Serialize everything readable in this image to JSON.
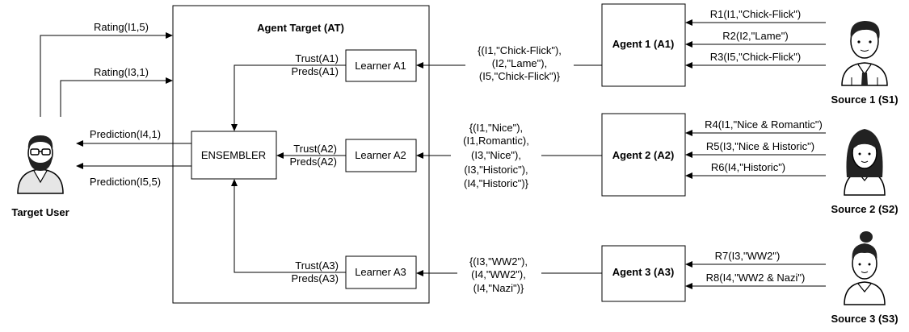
{
  "target_box_title": "Agent Target (AT)",
  "target_user": "Target User",
  "ensembler": "ENSEMBLER",
  "user_ratings": [
    "Rating(I1,5)",
    "Rating(I3,1)"
  ],
  "predictions": [
    "Prediction(I4,1)",
    "Prediction(I5,5)"
  ],
  "learners": [
    {
      "label": "Learner A1",
      "trust": "Trust(A1)",
      "preds": "Preds(A1)"
    },
    {
      "label": "Learner A2",
      "trust": "Trust(A2)",
      "preds": "Preds(A2)"
    },
    {
      "label": "Learner A3",
      "trust": "Trust(A3)",
      "preds": "Preds(A3)"
    }
  ],
  "agents": [
    "Agent 1 (A1)",
    "Agent 2 (A2)",
    "Agent 3 (A3)"
  ],
  "agent_outputs": [
    [
      "{(I1,\"Chick-Flick\"),",
      "(I2,\"Lame\"),",
      "(I5,\"Chick-Flick\")}"
    ],
    [
      "{(I1,\"Nice\"),",
      "(I1,Romantic),",
      "(I3,\"Nice\"),",
      "(I3,\"Historic\"),",
      "(I4,\"Historic\")}"
    ],
    [
      "{(I3,\"WW2\"),",
      "(I4,\"WW2\"),",
      "(I4,\"Nazi\")}"
    ]
  ],
  "source_ratings": [
    [
      "R1(I1,\"Chick-Flick\")",
      "R2(I2,\"Lame\")",
      "R3(I5,\"Chick-Flick\")"
    ],
    [
      "R4(I1,\"Nice & Romantic\")",
      "R5(I3,\"Nice & Historic\")",
      "R6(I4,\"Historic\")"
    ],
    [
      "R7(I3,\"WW2\")",
      "R8(I4,\"WW2 & Nazi\")"
    ]
  ],
  "sources": [
    "Source 1 (S1)",
    "Source 2 (S2)",
    "Source 3 (S3)"
  ],
  "icons": {
    "target_user": "bearded-man-with-glasses",
    "source_1": "man-with-tie",
    "source_2": "woman",
    "source_3": "woman-with-ponytail"
  }
}
